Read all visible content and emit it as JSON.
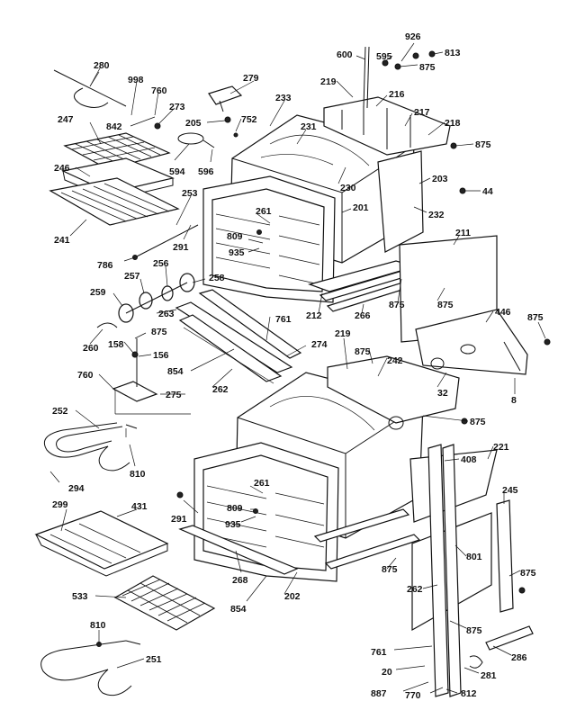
{
  "labels": {
    "l280": "280",
    "l998": "998",
    "l760a": "760",
    "l273": "273",
    "l279": "279",
    "l842": "842",
    "l205": "205",
    "l752": "752",
    "l233": "233",
    "l247": "247",
    "l594": "594",
    "l596": "596",
    "l231": "231",
    "l246": "246",
    "l253": "253",
    "l261a": "261",
    "l241": "241",
    "l809a": "809",
    "l935a": "935",
    "l291a": "291",
    "l786": "786",
    "l257": "257",
    "l256": "256",
    "l258": "258",
    "l259": "259",
    "l263": "263",
    "l260": "260",
    "l875a": "875",
    "l158": "158",
    "l156": "156",
    "l761a": "761",
    "l274": "274",
    "l854a": "854",
    "l760b": "760",
    "l262a": "262",
    "l275": "275",
    "l252": "252",
    "l810a": "810",
    "l294": "294",
    "l299": "299",
    "l431": "431",
    "l261b": "261",
    "l291b": "291",
    "l809b": "809",
    "l935b": "935",
    "l268": "268",
    "l854b": "854",
    "l202": "202",
    "l533": "533",
    "l810b": "810",
    "l251": "251",
    "l600": "600",
    "l926": "926",
    "l813": "813",
    "l595": "595",
    "l875b": "875",
    "l219a": "219",
    "l216": "216",
    "l217": "217",
    "l218": "218",
    "l875c": "875",
    "l230": "230",
    "l203": "203",
    "l44": "44",
    "l201": "201",
    "l232": "232",
    "l211": "211",
    "l212": "212",
    "l266": "266",
    "l875d": "875",
    "l875e": "875",
    "l446": "446",
    "l875f": "875",
    "l219b": "219",
    "l875g": "875",
    "l242": "242",
    "l32": "32",
    "l8": "8",
    "l875h": "875",
    "l408": "408",
    "l221": "221",
    "l245": "245",
    "l875i": "875",
    "l801": "801",
    "l875j": "875",
    "l262b": "262",
    "l875k": "875",
    "l761b": "761",
    "l286": "286",
    "l20": "20",
    "l281": "281",
    "l887": "887",
    "l770": "770",
    "l812": "812"
  }
}
